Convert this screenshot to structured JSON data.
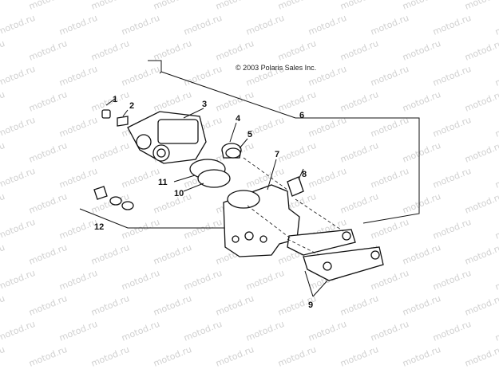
{
  "copyright": "© 2003 Polaris Sales Inc.",
  "watermark": "motod.ru",
  "callouts": [
    "1",
    "2",
    "3",
    "4",
    "5",
    "6",
    "7",
    "8",
    "9",
    "10",
    "11",
    "12"
  ],
  "parts": {
    "bolt": "1",
    "pin": "2",
    "caliper_body": "3",
    "piston": "4",
    "piston_seal": "5",
    "caliper_assembly": "6",
    "caliper_bracket": "7",
    "slide_pin": "8",
    "brake_pads": "9",
    "o_ring_10": "10",
    "o_ring_11": "11",
    "mount_hardware": "12"
  }
}
